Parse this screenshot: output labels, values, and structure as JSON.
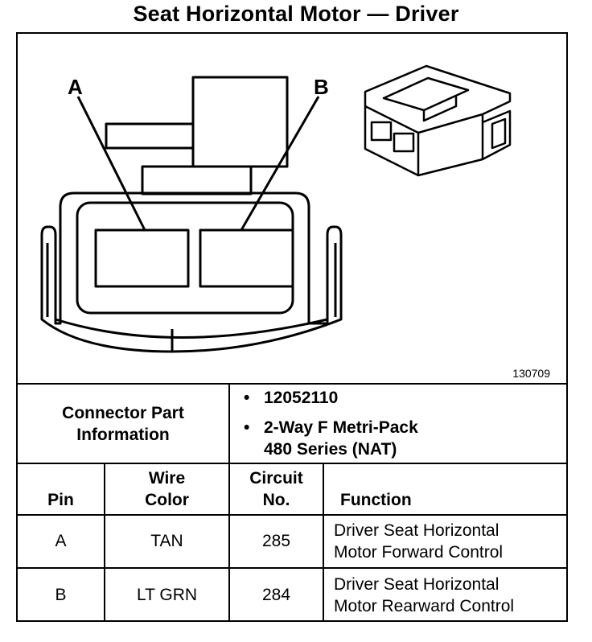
{
  "title": "Seat Horizontal Motor — Driver",
  "figure": {
    "label_a": "A",
    "label_b": "B",
    "number": "130709"
  },
  "connector": {
    "label": "Connector Part Information",
    "bullet_1": "12052110",
    "bullet_2_line1": "2-Way F Metri-Pack",
    "bullet_2_line2": "480 Series (NAT)"
  },
  "headers": {
    "pin": "Pin",
    "wire_color": "Wire Color",
    "circuit_no": "Circuit No.",
    "function": "Function"
  },
  "rows": [
    {
      "pin": "A",
      "wire": "TAN",
      "circuit": "285",
      "function_line1": "Driver Seat Horizontal",
      "function_line2": "Motor Forward Control"
    },
    {
      "pin": "B",
      "wire": "LT GRN",
      "circuit": "284",
      "function_line1": "Driver Seat Horizontal",
      "function_line2": "Motor Rearward Control"
    }
  ]
}
